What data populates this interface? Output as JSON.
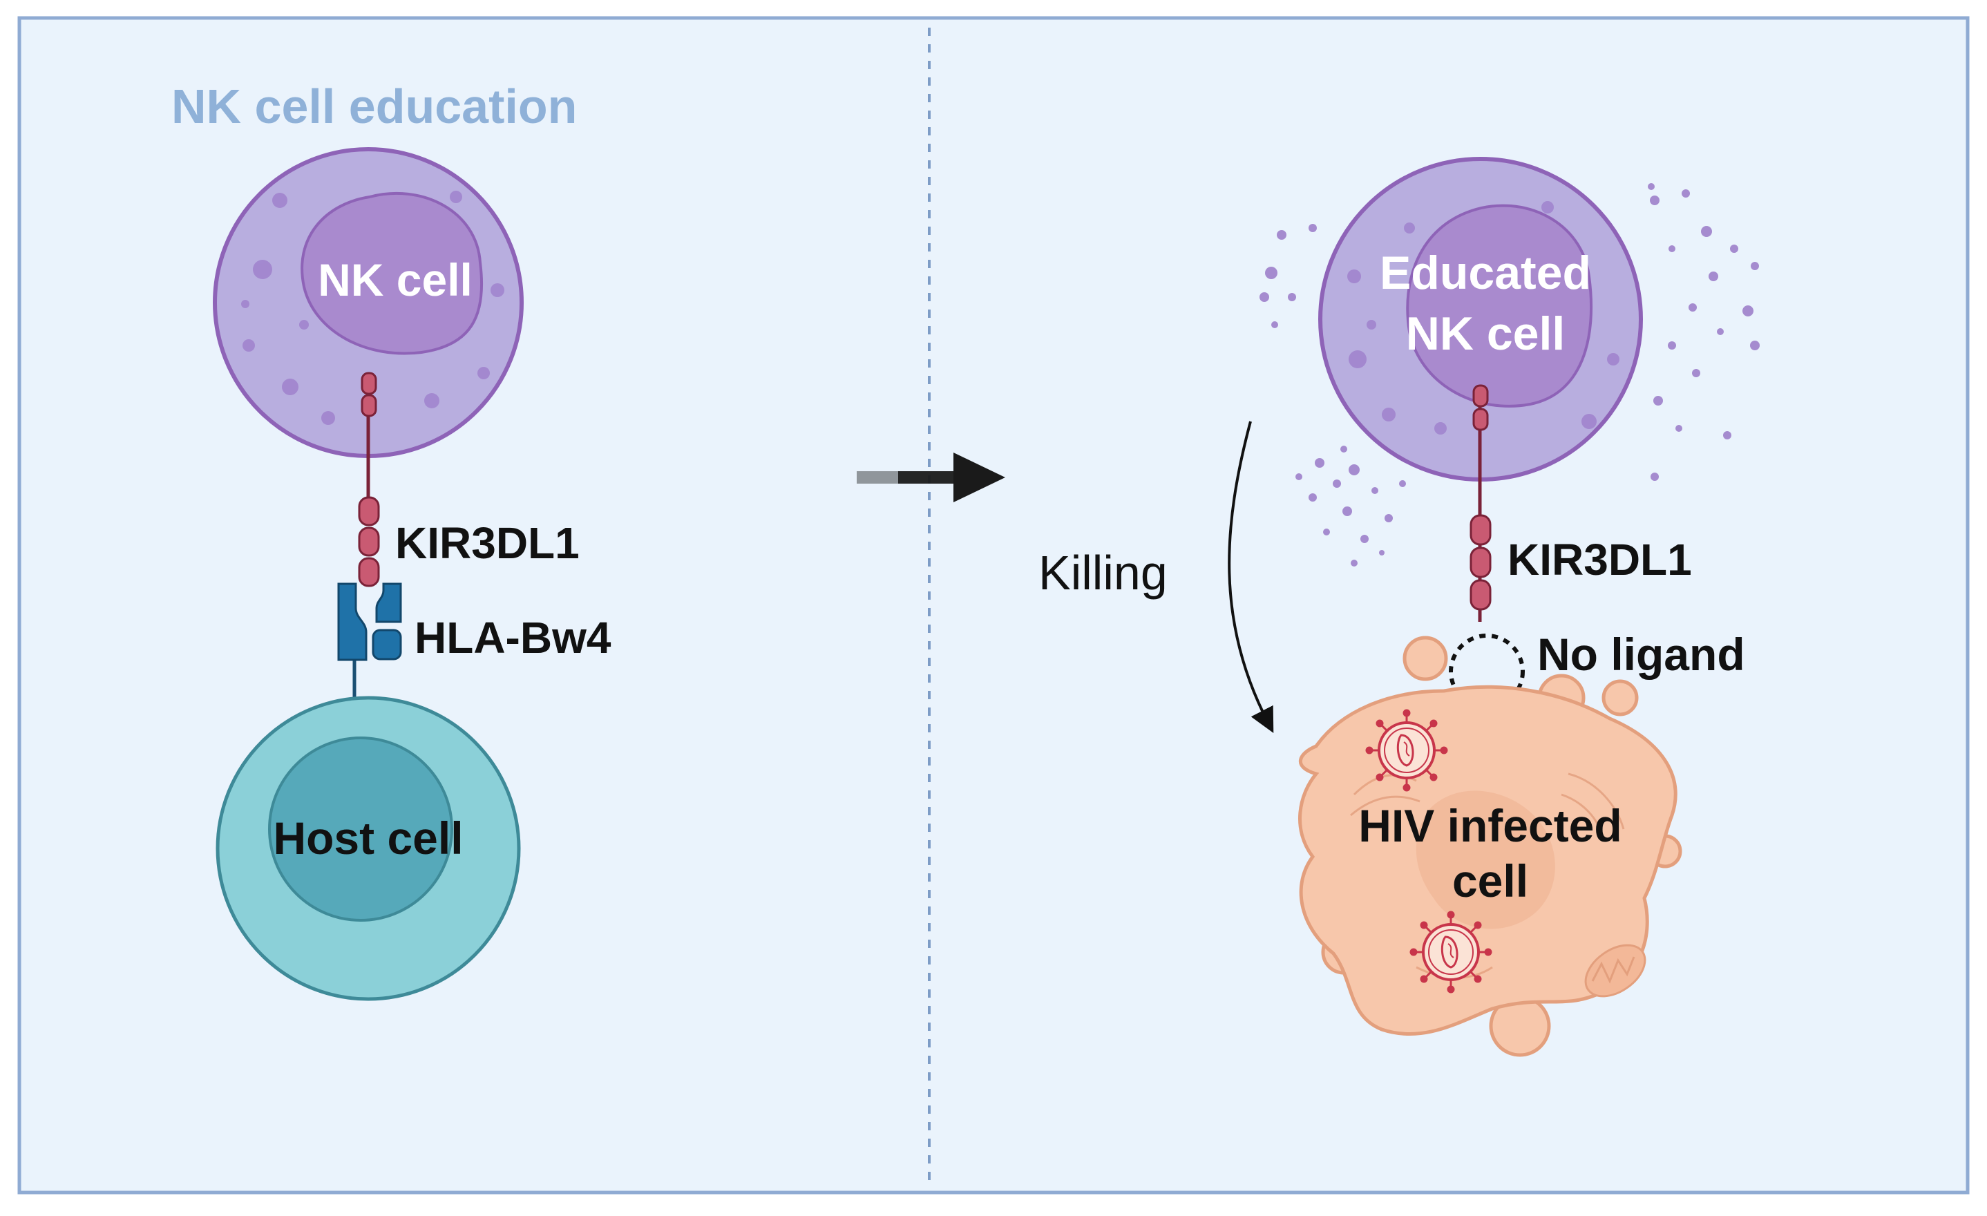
{
  "left_panel": {
    "title": "NK cell education",
    "nk_cell_label": "NK cell",
    "receptor_label": "KIR3DL1",
    "ligand_label": "HLA-Bw4",
    "host_cell_label": "Host cell"
  },
  "right_panel": {
    "educated_cell_label_line1": "Educated",
    "educated_cell_label_line2": "NK cell",
    "receptor_label": "KIR3DL1",
    "no_ligand_label": "No ligand",
    "killing_label": "Killing",
    "infected_cell_label_line1": "HIV infected",
    "infected_cell_label_line2": "cell"
  },
  "colors": {
    "background": "#eaf3fc",
    "frame": "#8fabd3",
    "title": "#8fb1d8",
    "nk_cell_fill": "#b8aedf",
    "nk_cell_border": "#8e63b7",
    "nk_nucleus": "#a98ace",
    "receptor": "#c95a72",
    "receptor_stalk": "#7a2238",
    "hla": "#1f72a8",
    "host_cell_fill": "#8bd0d8",
    "host_nucleus": "#56a9ba",
    "infected_cell": "#f7c7ab",
    "infected_cell_border": "#e39f7d",
    "virus": "#c8354a"
  },
  "icons": [
    "nk-cell-icon",
    "kir-receptor-icon",
    "hla-molecule-icon",
    "host-cell-icon",
    "arrow-right-icon",
    "curved-arrow-icon",
    "infected-cell-icon",
    "hiv-virion-icon",
    "mitochondrion-icon"
  ]
}
